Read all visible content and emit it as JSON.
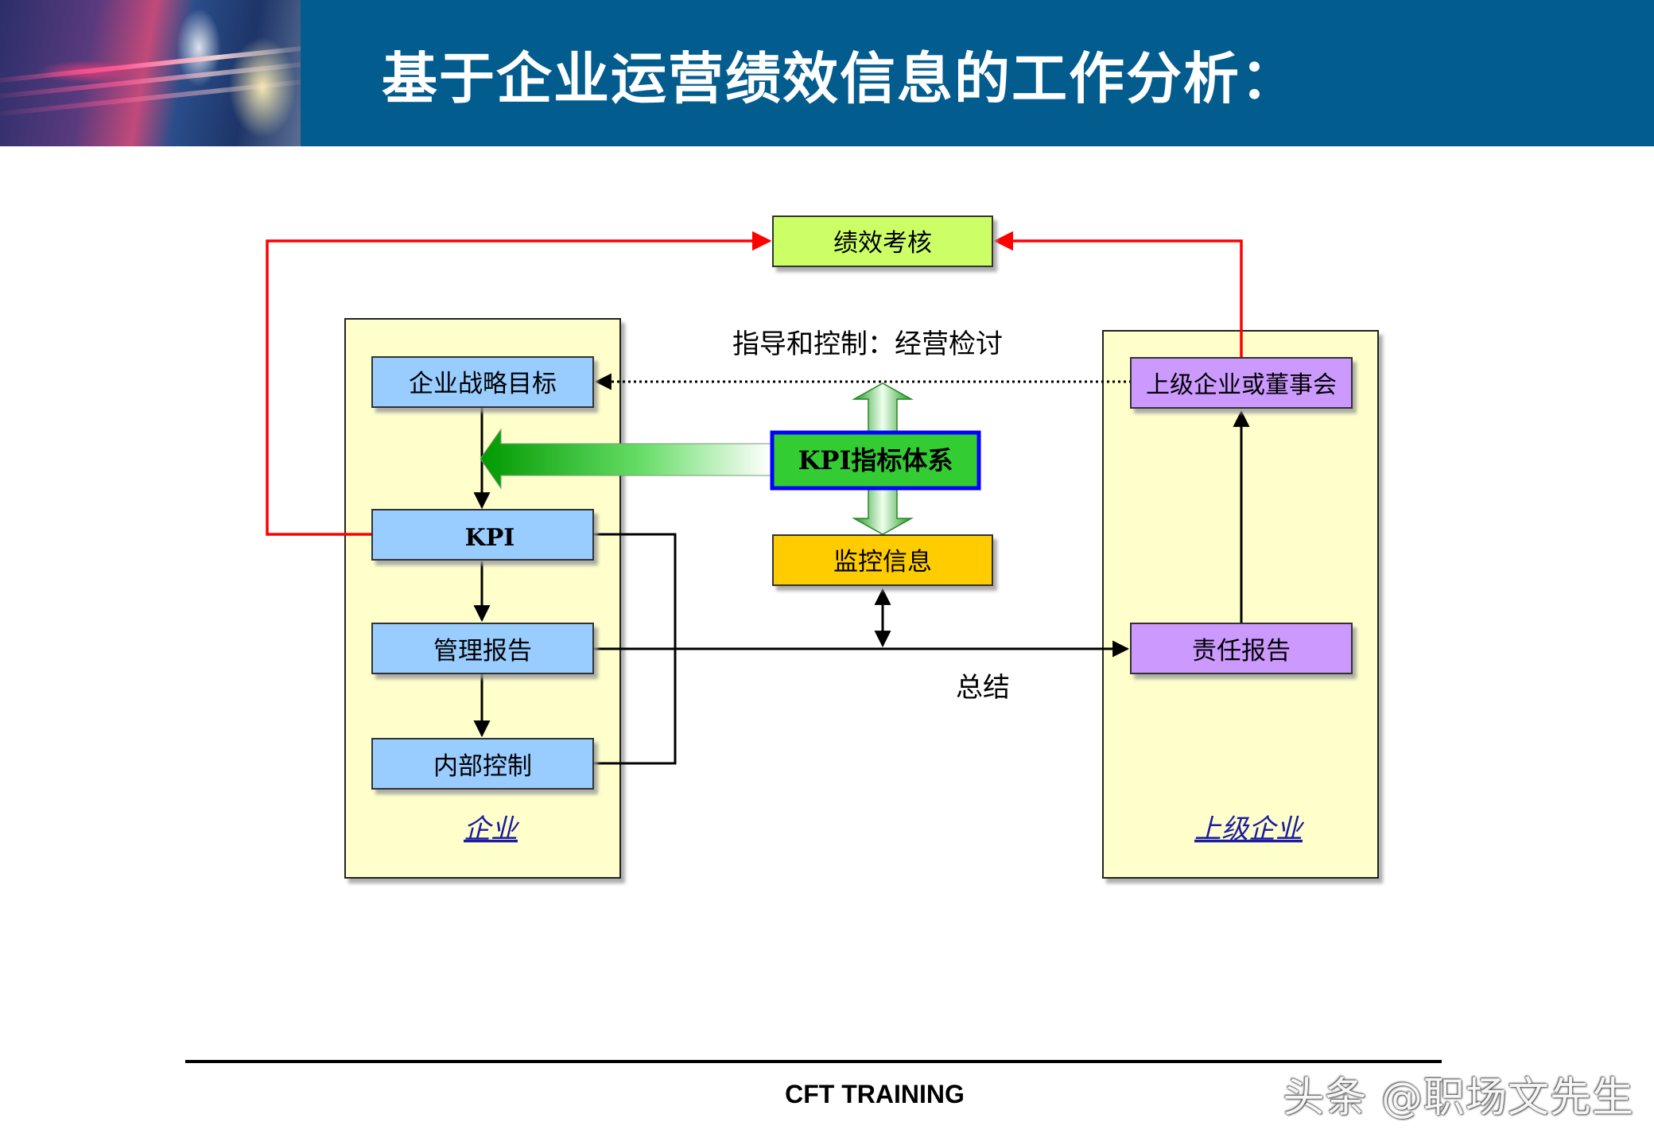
{
  "slide": {
    "title": "基于企业运营绩效信息的工作分析：",
    "footer": "CFT TRAINING",
    "watermark": "头条 @职场文先生"
  },
  "diagram": {
    "top_box": "绩效考核",
    "left_panel": {
      "caption": "企业",
      "boxes": [
        "企业战略目标",
        "KPI",
        "管理报告",
        "内部控制"
      ]
    },
    "right_panel": {
      "caption": "上级企业",
      "boxes": [
        "上级企业或董事会",
        "责任报告"
      ]
    },
    "center": {
      "kpi_system": "KPI指标体系",
      "monitor": "监控信息"
    },
    "labels": {
      "guidance": "指导和控制：经营检讨",
      "summary": "总结"
    },
    "colors": {
      "header": "#035c8e",
      "panel": "#ffffcc",
      "blue_box": "#99ccff",
      "purple_box": "#cc99ff",
      "green_box": "#ccff66",
      "orange_box": "#ffcc00",
      "kpi_system_bg": "#33cc33",
      "kpi_system_border": "#0000ff",
      "feedback_line": "#ff0000"
    }
  }
}
